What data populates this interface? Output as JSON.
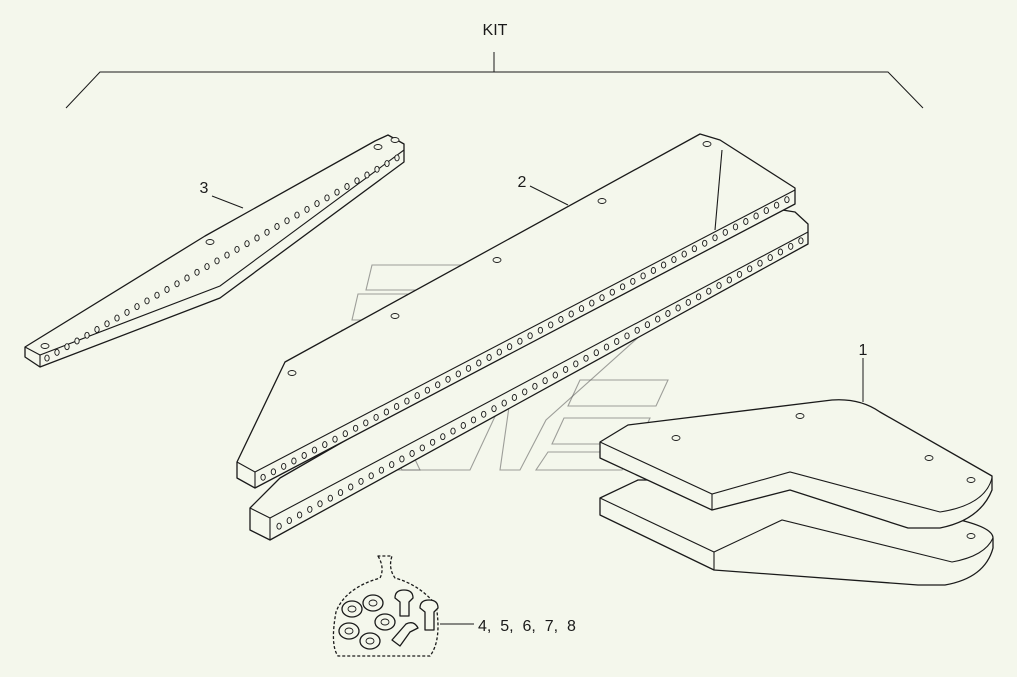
{
  "diagram": {
    "kit_label": "KIT",
    "callouts": [
      {
        "id": "1",
        "text": "1"
      },
      {
        "id": "2",
        "text": "2"
      },
      {
        "id": "3",
        "text": "3"
      },
      {
        "id": "hardware",
        "text": "4,  5,  6,  7,  8"
      }
    ],
    "parts": [
      {
        "ref": "1",
        "name": "corner-plate-pair"
      },
      {
        "ref": "2",
        "name": "long-bar-pair"
      },
      {
        "ref": "3",
        "name": "short-bar"
      },
      {
        "ref": "4-8",
        "name": "hardware-bag"
      }
    ]
  }
}
